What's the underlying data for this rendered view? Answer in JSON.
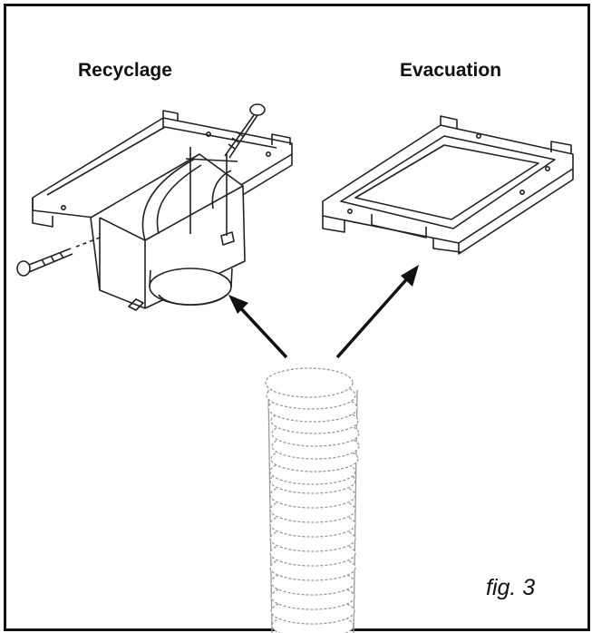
{
  "labels": {
    "recyclage": "Recyclage",
    "evacuation": "Evacuation",
    "figure": "fig. 3"
  },
  "colors": {
    "line": "#222222",
    "duct": "#9a9a9a",
    "frame": "#111111"
  }
}
